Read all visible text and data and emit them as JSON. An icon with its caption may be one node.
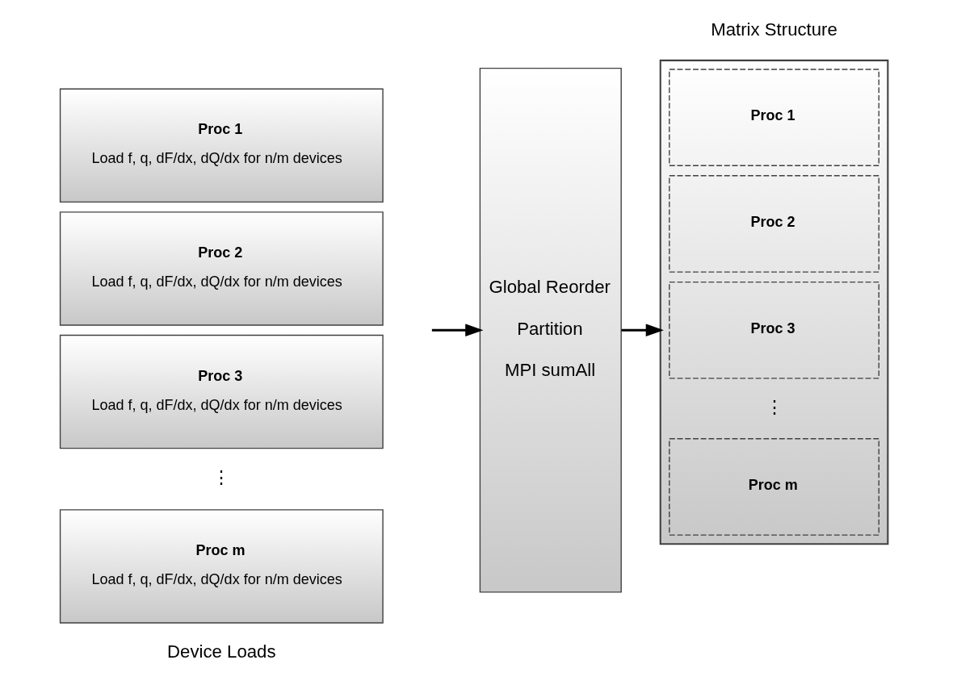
{
  "diagram": {
    "nodes": [
      {
        "text": [
          "Proc 1",
          "Load f, q, dF/dx, dQ/dx for n/m devices"
        ]
      },
      {
        "text": [
          "Proc 2",
          "Load f, q, dF/dx, dQ/dx for n/m devices"
        ]
      },
      {
        "text": [
          "Proc 3",
          "Load f, q, dF/dx, dQ/dx for n/m devices"
        ]
      },
      {
        "text": [
          "Proc m",
          "Load f, q, dF/dx, dQ/dx for n/m devices"
        ]
      },
      {
        "text": [
          "Global Reorder",
          "Partition",
          "MPI sumAll"
        ]
      },
      {
        "text": [],
        "shape": "box"
      },
      {
        "text": [
          "Proc 1"
        ],
        "in": 5
      },
      {
        "text": [
          "Proc 2"
        ],
        "in": 5
      },
      {
        "text": [
          "Proc 3"
        ],
        "in": 5
      },
      {
        "text": [
          "Proc m"
        ],
        "in": 5
      }
    ],
    "edges": [
      {
        "from": null,
        "to": 4,
        "arrow": "to"
      },
      {
        "from": 4,
        "to": 5,
        "arrow": "to"
      }
    ],
    "labels": [
      "⋮",
      "⋮",
      "Device Loads",
      "Matrix Structure"
    ]
  }
}
